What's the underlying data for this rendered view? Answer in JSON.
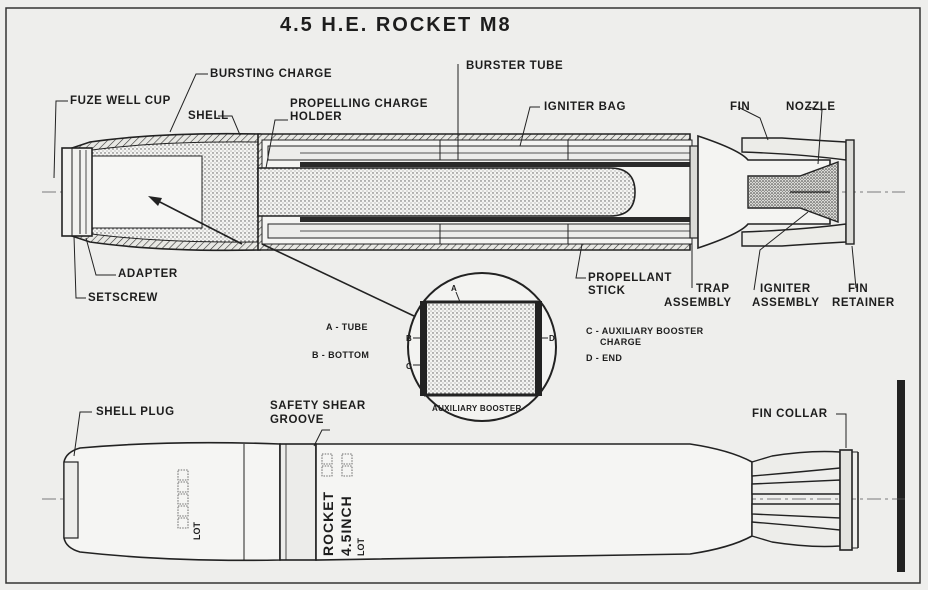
{
  "title": "4.5 H.E. ROCKET M8",
  "upper_labels": {
    "bursting_charge": "BURSTING CHARGE",
    "burster_tube": "BURSTER TUBE",
    "fuze_well_cup": "FUZE WELL CUP",
    "shell": "SHELL",
    "propelling_charge_holder_1": "PROPELLING CHARGE",
    "propelling_charge_holder_2": "HOLDER",
    "igniter_bag": "IGNITER BAG",
    "fin": "FIN",
    "nozzle": "NOZZLE",
    "adapter": "ADAPTER",
    "setscrew": "SETSCREW",
    "propellant_stick_1": "PROPELLANT",
    "propellant_stick_2": "STICK",
    "trap_assembly_1": "TRAP",
    "trap_assembly_2": "ASSEMBLY",
    "igniter_assembly_1": "IGNITER",
    "igniter_assembly_2": "ASSEMBLY",
    "fin_retainer_1": "FIN",
    "fin_retainer_2": "RETAINER"
  },
  "inset": {
    "legend_a": "A - TUBE",
    "legend_b": "B - BOTTOM",
    "legend_c_1": "C - AUXILIARY BOOSTER",
    "legend_c_2": "CHARGE",
    "legend_d": "D - END",
    "letter_a": "A",
    "letter_b": "B",
    "letter_c": "C",
    "letter_d": "D",
    "caption": "AUXILIARY BOOSTER"
  },
  "lower_labels": {
    "shell_plug": "SHELL PLUG",
    "safety_shear_groove_1": "SAFETY SHEAR",
    "safety_shear_groove_2": "GROOVE",
    "fin_collar": "FIN COLLAR"
  },
  "body_markings": {
    "rocket": "ROCKET",
    "caliber": "4.5INCH",
    "lot": "LOT"
  }
}
